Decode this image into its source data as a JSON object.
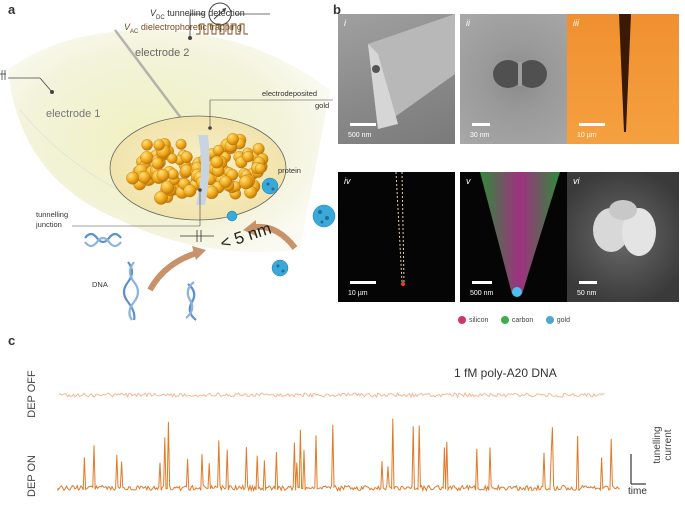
{
  "panel_a": {
    "letter": "a",
    "vdc_label": "V",
    "vdc_sub": "DC",
    "vdc_text": "tunnelling detection",
    "vac_label": "V",
    "vac_sub": "AC",
    "vac_text": "dielectrophoretic trapping",
    "electrode2": "electrode 2",
    "electrode1": "electrode 1",
    "electrodeposited": "electrodeposited",
    "gold": "gold",
    "protein": "protein",
    "tunnelling": "tunnelling",
    "junction": "junction",
    "gap": "< 5 nm",
    "dna": "DNA"
  },
  "panel_b": {
    "letter": "b",
    "images": [
      {
        "roman": "i",
        "scale": "500 nm"
      },
      {
        "roman": "ii",
        "scale": "30 nm"
      },
      {
        "roman": "iii",
        "scale": "10 µm"
      },
      {
        "roman": "iv",
        "scale": "10 µm"
      },
      {
        "roman": "v",
        "scale": "500 nm"
      },
      {
        "roman": "vi",
        "scale": "50 nm"
      }
    ],
    "legend": [
      {
        "label": "silicon",
        "color": "#d6336c"
      },
      {
        "label": "carbon",
        "color": "#3fae49"
      },
      {
        "label": "gold",
        "color": "#4aa8d8"
      }
    ]
  },
  "panel_c": {
    "letter": "c",
    "dep_off": "DEP OFF",
    "dep_on": "DEP ON",
    "annotation": "1 fM poly-A20 DNA",
    "current_axis": "tunnelling current",
    "current_axis_1": "tunelling",
    "current_axis_2": "current",
    "time_axis": "time",
    "colors": {
      "off": "#f2b896",
      "on": "#e07a2a"
    }
  }
}
